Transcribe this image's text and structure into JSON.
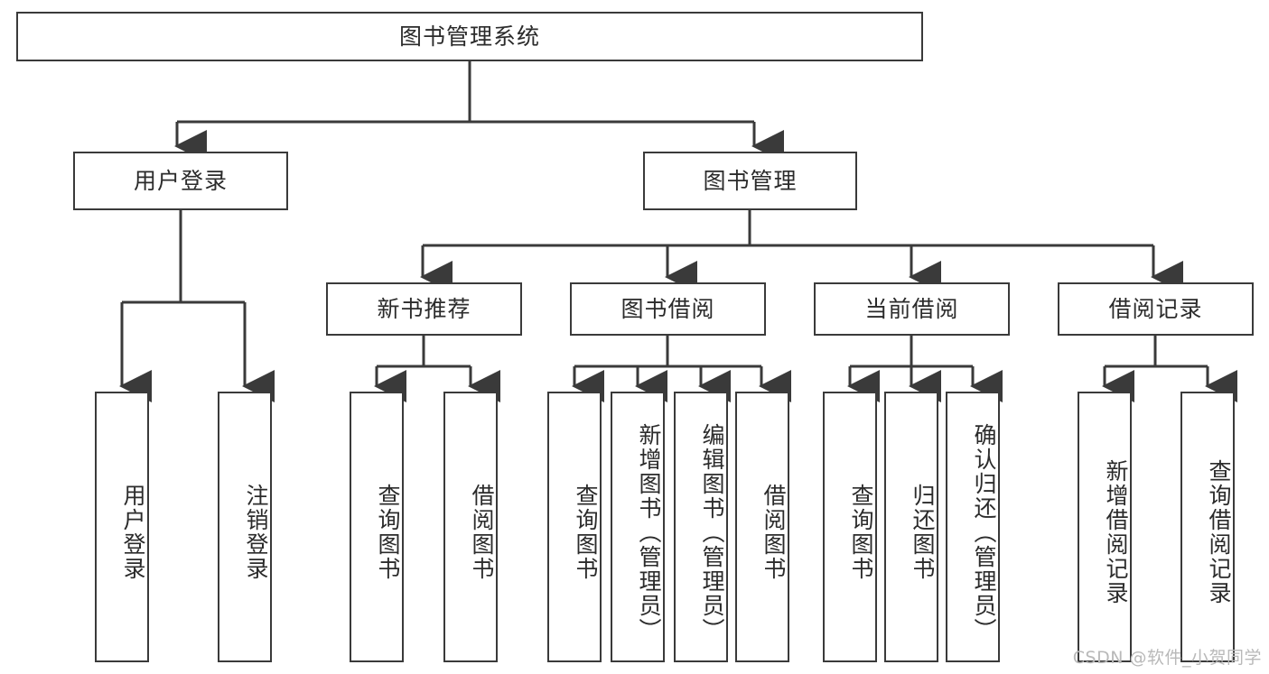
{
  "diagram": {
    "type": "tree-hierarchy-chart",
    "title": "图书管理系统",
    "colors": {
      "stroke": "#3a3a3a",
      "fill": "#ffffff",
      "text": "#2b2b2b",
      "watermark": "#b9b9b9"
    },
    "root": {
      "label": "图书管理系统"
    },
    "level1": [
      {
        "label": "用户登录"
      },
      {
        "label": "图书管理"
      }
    ],
    "level2": [
      {
        "label": "新书推荐"
      },
      {
        "label": "图书借阅"
      },
      {
        "label": "当前借阅"
      },
      {
        "label": "借阅记录"
      }
    ],
    "leaves": {
      "user_login": [
        {
          "label": "用户登录"
        },
        {
          "label": "注销登录"
        }
      ],
      "new_book_recommend": [
        {
          "label": "查询图书"
        },
        {
          "label": "借阅图书"
        }
      ],
      "book_borrow": [
        {
          "label": "查询图书"
        },
        {
          "label": "新增图书（管理员）"
        },
        {
          "label": "编辑图书（管理员）"
        },
        {
          "label": "借阅图书"
        }
      ],
      "current_borrow": [
        {
          "label": "查询图书"
        },
        {
          "label": "归还图书"
        },
        {
          "label": "确认归还（管理员）"
        }
      ],
      "borrow_records": [
        {
          "label": "新增借阅记录"
        },
        {
          "label": "查询借阅记录"
        }
      ]
    }
  },
  "watermark": {
    "text": "CSDN @软件_小贺同学"
  }
}
